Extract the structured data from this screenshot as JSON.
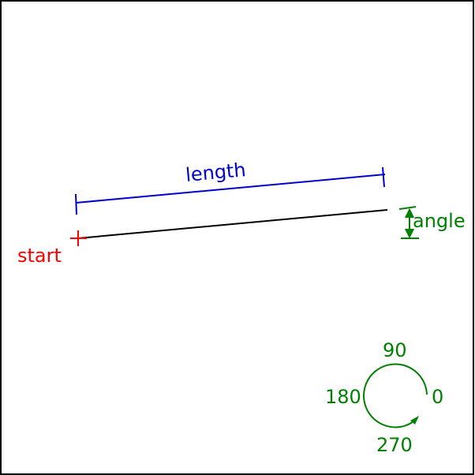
{
  "labels": {
    "length": "length",
    "start": "start",
    "angle": "angle"
  },
  "compass": {
    "deg90": "90",
    "deg180": "180",
    "deg0": "0",
    "deg270": "270"
  },
  "colors": {
    "frame": "#000000",
    "line": "#000000",
    "start": "#ff0000",
    "length": "#0000cc",
    "angle": "#008000"
  }
}
